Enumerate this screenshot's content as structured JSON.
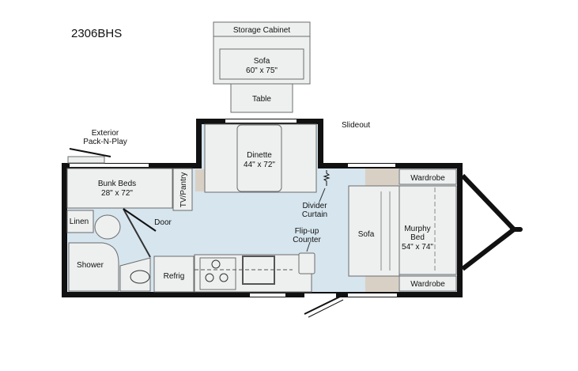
{
  "model": "2306BHS",
  "colors": {
    "floor": "#d6e5ee",
    "furniture": "#eef0f0",
    "wall": "#111111",
    "accent": "#d9d0c5"
  },
  "labels": {
    "storage_cabinet": "Storage Cabinet",
    "sofa_slide": "Sofa",
    "sofa_slide_size": "60\" x 75\"",
    "table": "Table",
    "slideout": "Slideout",
    "pack_n_play_1": "Exterior",
    "pack_n_play_2": "Pack-N-Play",
    "bunk_beds": "Bunk Beds",
    "bunk_beds_size": "28\" x 72\"",
    "tv_pantry": "TV/Pantry",
    "dinette": "Dinette",
    "dinette_size": "44\" x 72\"",
    "divider_1": "Divider",
    "divider_2": "Curtain",
    "linen": "Linen",
    "door": "Door",
    "flip_up_1": "Flip-up",
    "flip_up_2": "Counter",
    "shower": "Shower",
    "refrig": "Refrig",
    "sofa": "Sofa",
    "murphy_1": "Murphy",
    "murphy_2": "Bed",
    "murphy_size": "54\" x 74\"",
    "wardrobe_top": "Wardrobe",
    "wardrobe_bottom": "Wardrobe"
  }
}
